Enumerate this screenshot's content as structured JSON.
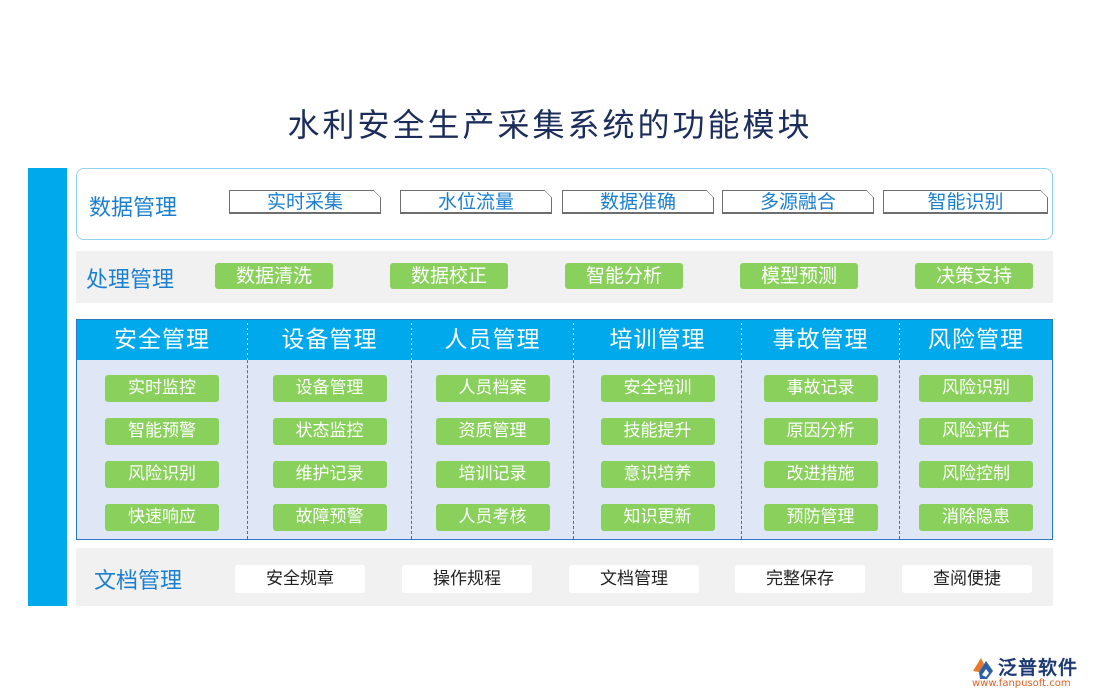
{
  "title": "水利安全生产采集系统的功能模块",
  "data_mgmt": {
    "label": "数据管理",
    "items": [
      "实时采集",
      "水位流量",
      "数据准确",
      "多源融合",
      "智能识别"
    ]
  },
  "proc_mgmt": {
    "label": "处理管理",
    "items": [
      "数据清洗",
      "数据校正",
      "智能分析",
      "模型预测",
      "决策支持"
    ]
  },
  "modules": [
    {
      "title": "安全管理",
      "items": [
        "实时监控",
        "智能预警",
        "风险识别",
        "快速响应"
      ]
    },
    {
      "title": "设备管理",
      "items": [
        "设备管理",
        "状态监控",
        "维护记录",
        "故障预警"
      ]
    },
    {
      "title": "人员管理",
      "items": [
        "人员档案",
        "资质管理",
        "培训记录",
        "人员考核"
      ]
    },
    {
      "title": "培训管理",
      "items": [
        "安全培训",
        "技能提升",
        "意识培养",
        "知识更新"
      ]
    },
    {
      "title": "事故管理",
      "items": [
        "事故记录",
        "原因分析",
        "改进措施",
        "预防管理"
      ]
    },
    {
      "title": "风险管理",
      "items": [
        "风险识别",
        "风险评估",
        "风险控制",
        "消除隐患"
      ]
    }
  ],
  "doc_mgmt": {
    "label": "文档管理",
    "items": [
      "安全规章",
      "操作规程",
      "文档管理",
      "完整保存",
      "查阅便捷"
    ]
  },
  "logo": {
    "name": "泛普软件",
    "url": "www.fanpusoft.com"
  },
  "colors": {
    "accent_blue": "#00a8ec",
    "tag_green": "#8ad05c",
    "label_blue": "#1a7fd0"
  }
}
